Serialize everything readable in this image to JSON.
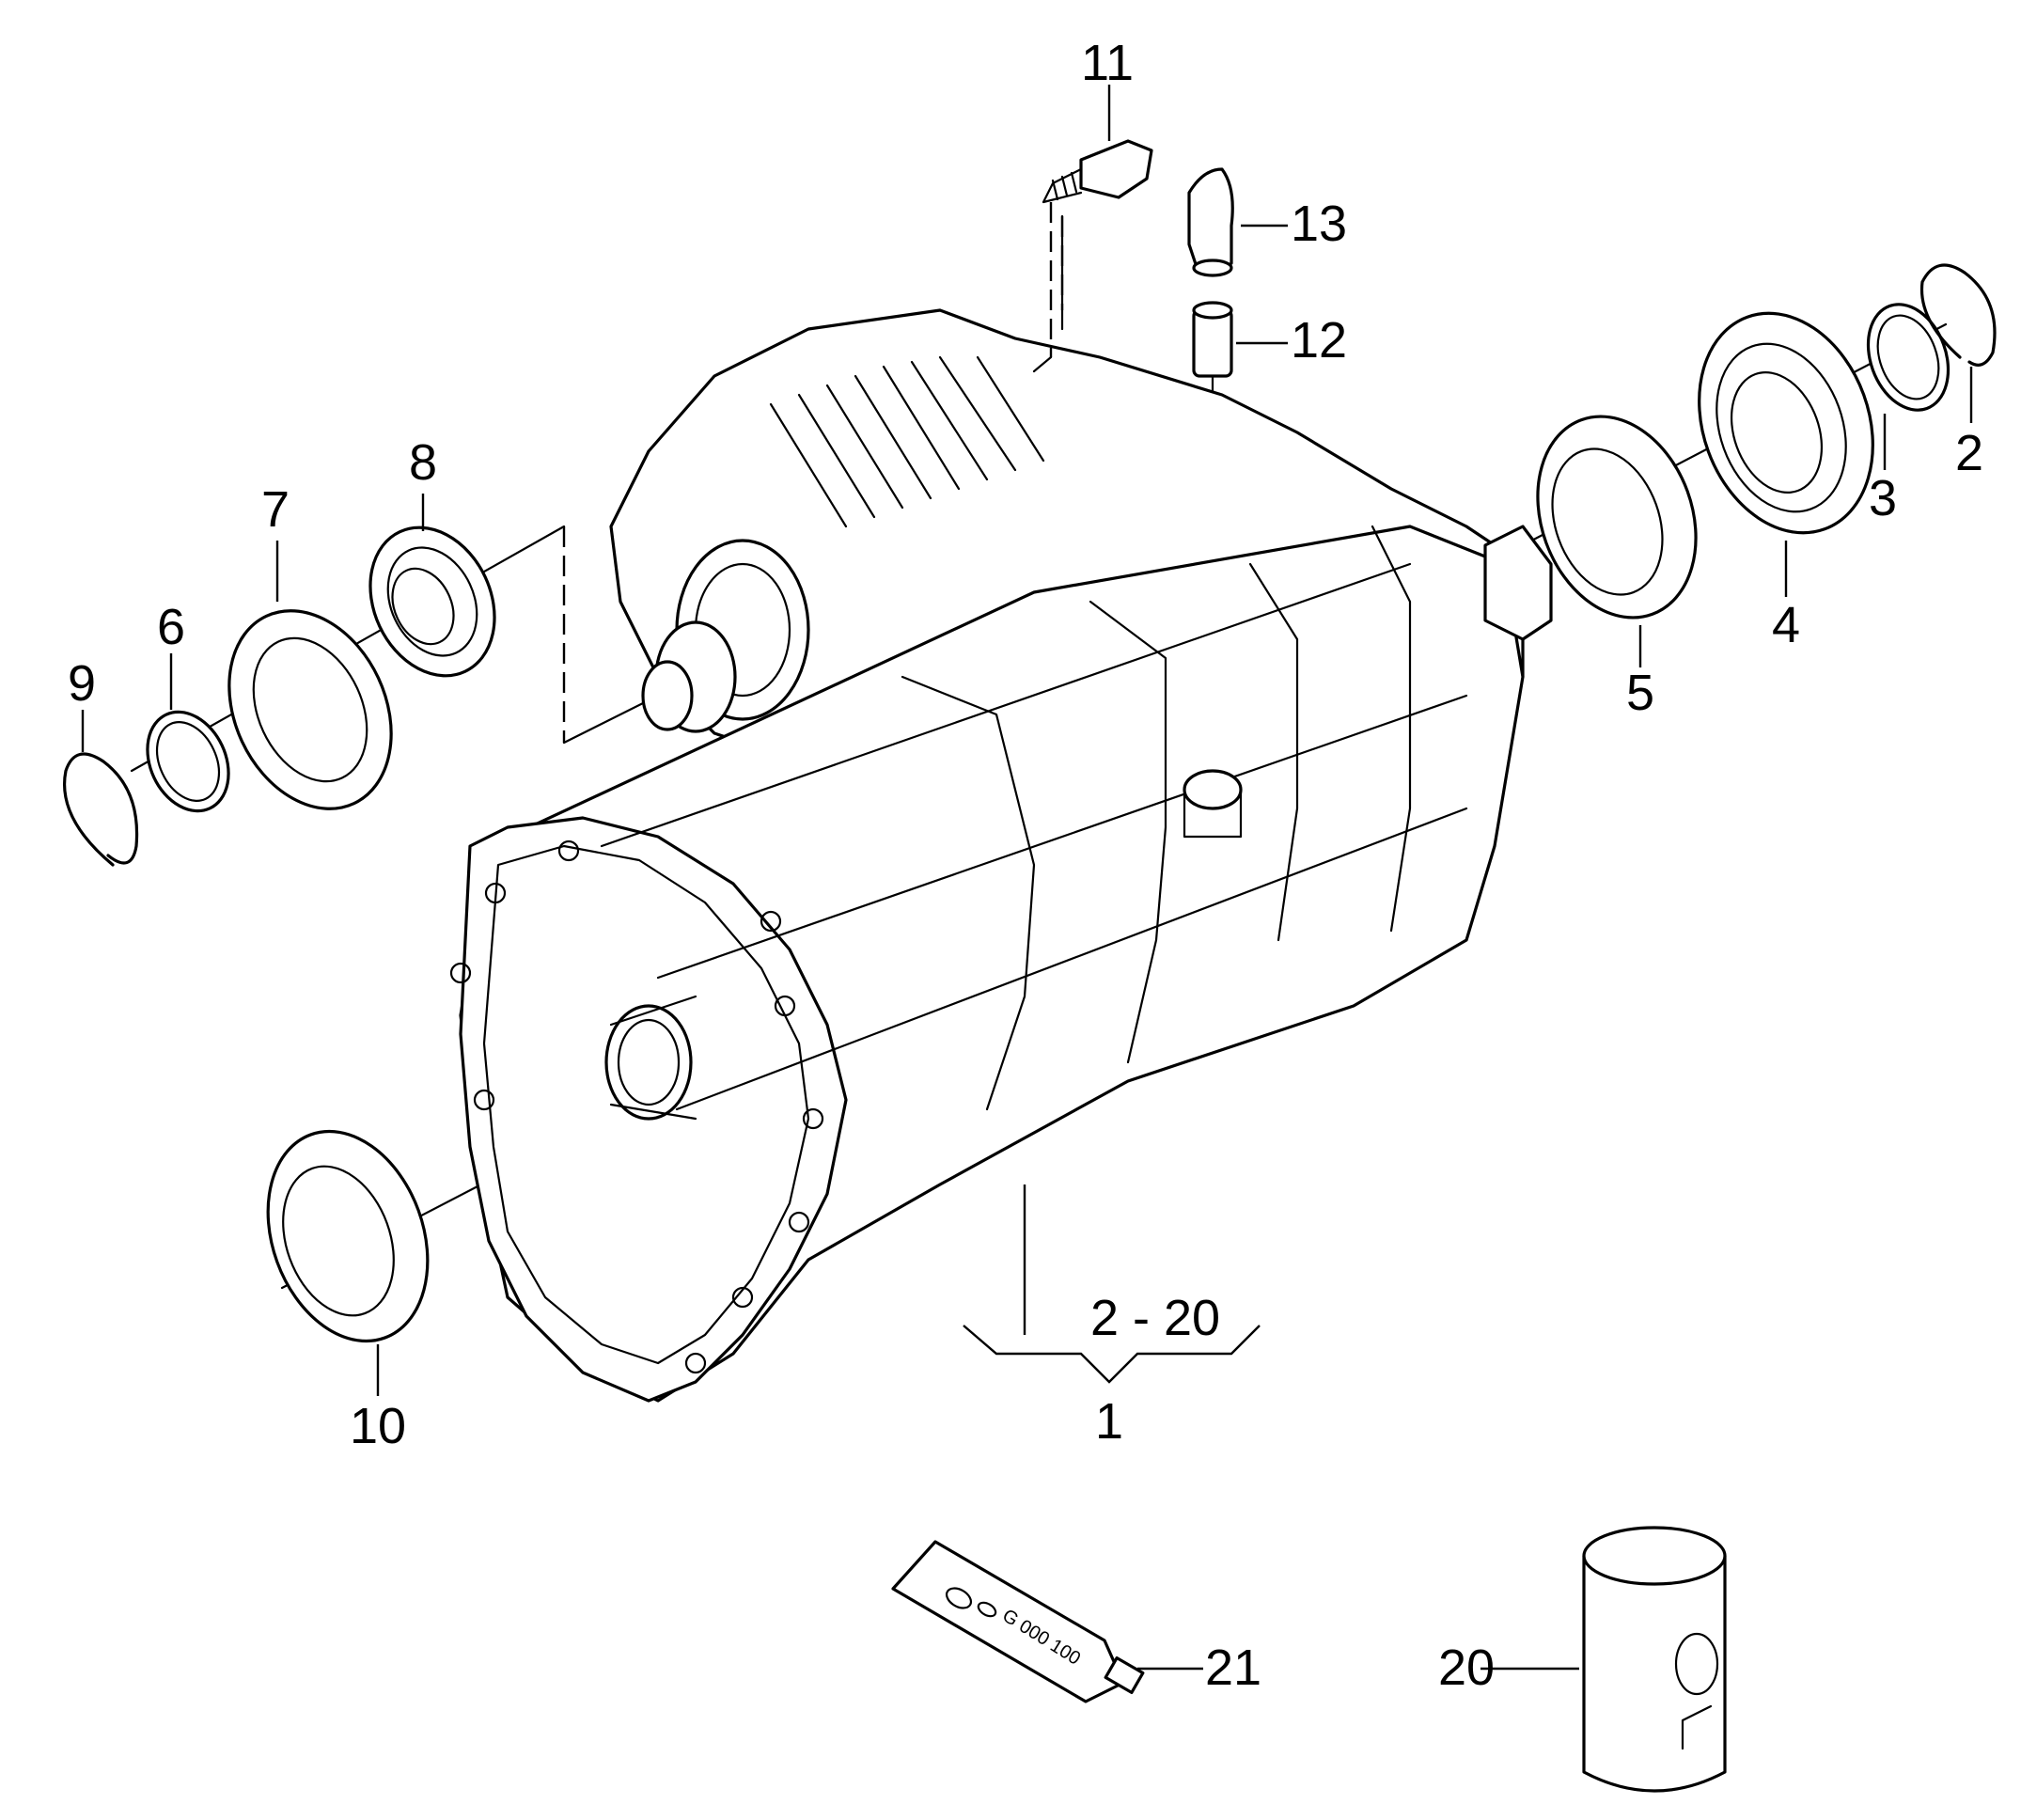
{
  "callouts": {
    "c1": "1",
    "c2": "2",
    "c3": "3",
    "c4": "4",
    "c5": "5",
    "c6": "6",
    "c7": "7",
    "c8": "8",
    "c9": "9",
    "c10": "10",
    "c11": "11",
    "c12": "12",
    "c13": "13",
    "c20": "20",
    "c21": "21",
    "range": "2 - 20"
  },
  "tube_text": "G 000 100"
}
